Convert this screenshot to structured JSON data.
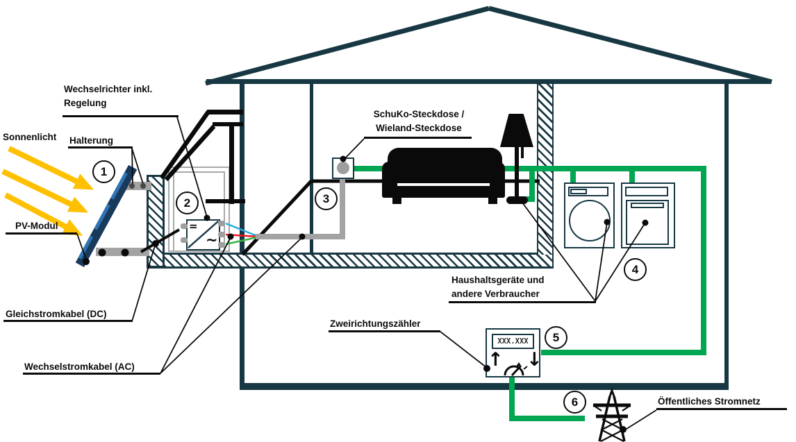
{
  "labels": {
    "sunlight": "Sonnenlicht",
    "inverter_line1": "Wechselrichter inkl.",
    "inverter_line2": "Regelung",
    "mount": "Halterung",
    "pv_module": "PV-Modul",
    "dc_cable": "Gleichstromkabel (DC)",
    "ac_cable": "Wechselstromkabel (AC)",
    "socket_line1": "SchuKo-Steckdose /",
    "socket_line2": "Wieland-Steckdose",
    "appliances_line1": "Haushaltsgeräte und",
    "appliances_line2": "andere Verbraucher",
    "meter": "Zweirichtungszähler",
    "grid": "Öffentliches Stromnetz"
  },
  "badges": [
    "1",
    "2",
    "3",
    "4",
    "5",
    "6"
  ],
  "meter_box": {
    "display": "XXX.XXX",
    "up_arrow": "↑",
    "down_arrow": "↓"
  },
  "inverter": {
    "dc_symbol": "=",
    "ac_symbol": "~"
  },
  "colors": {
    "structure_navy": "#173743",
    "cable_green": "#00A651",
    "cable_gray": "#A3A3A3",
    "sun_yellow": "#FFC000",
    "pv_dark": "#1A3A5C",
    "pv_light": "#2E74B5",
    "wire_blue": "#29ABE2",
    "wire_red": "#ED1C24",
    "wire_green": "#39B54A"
  }
}
